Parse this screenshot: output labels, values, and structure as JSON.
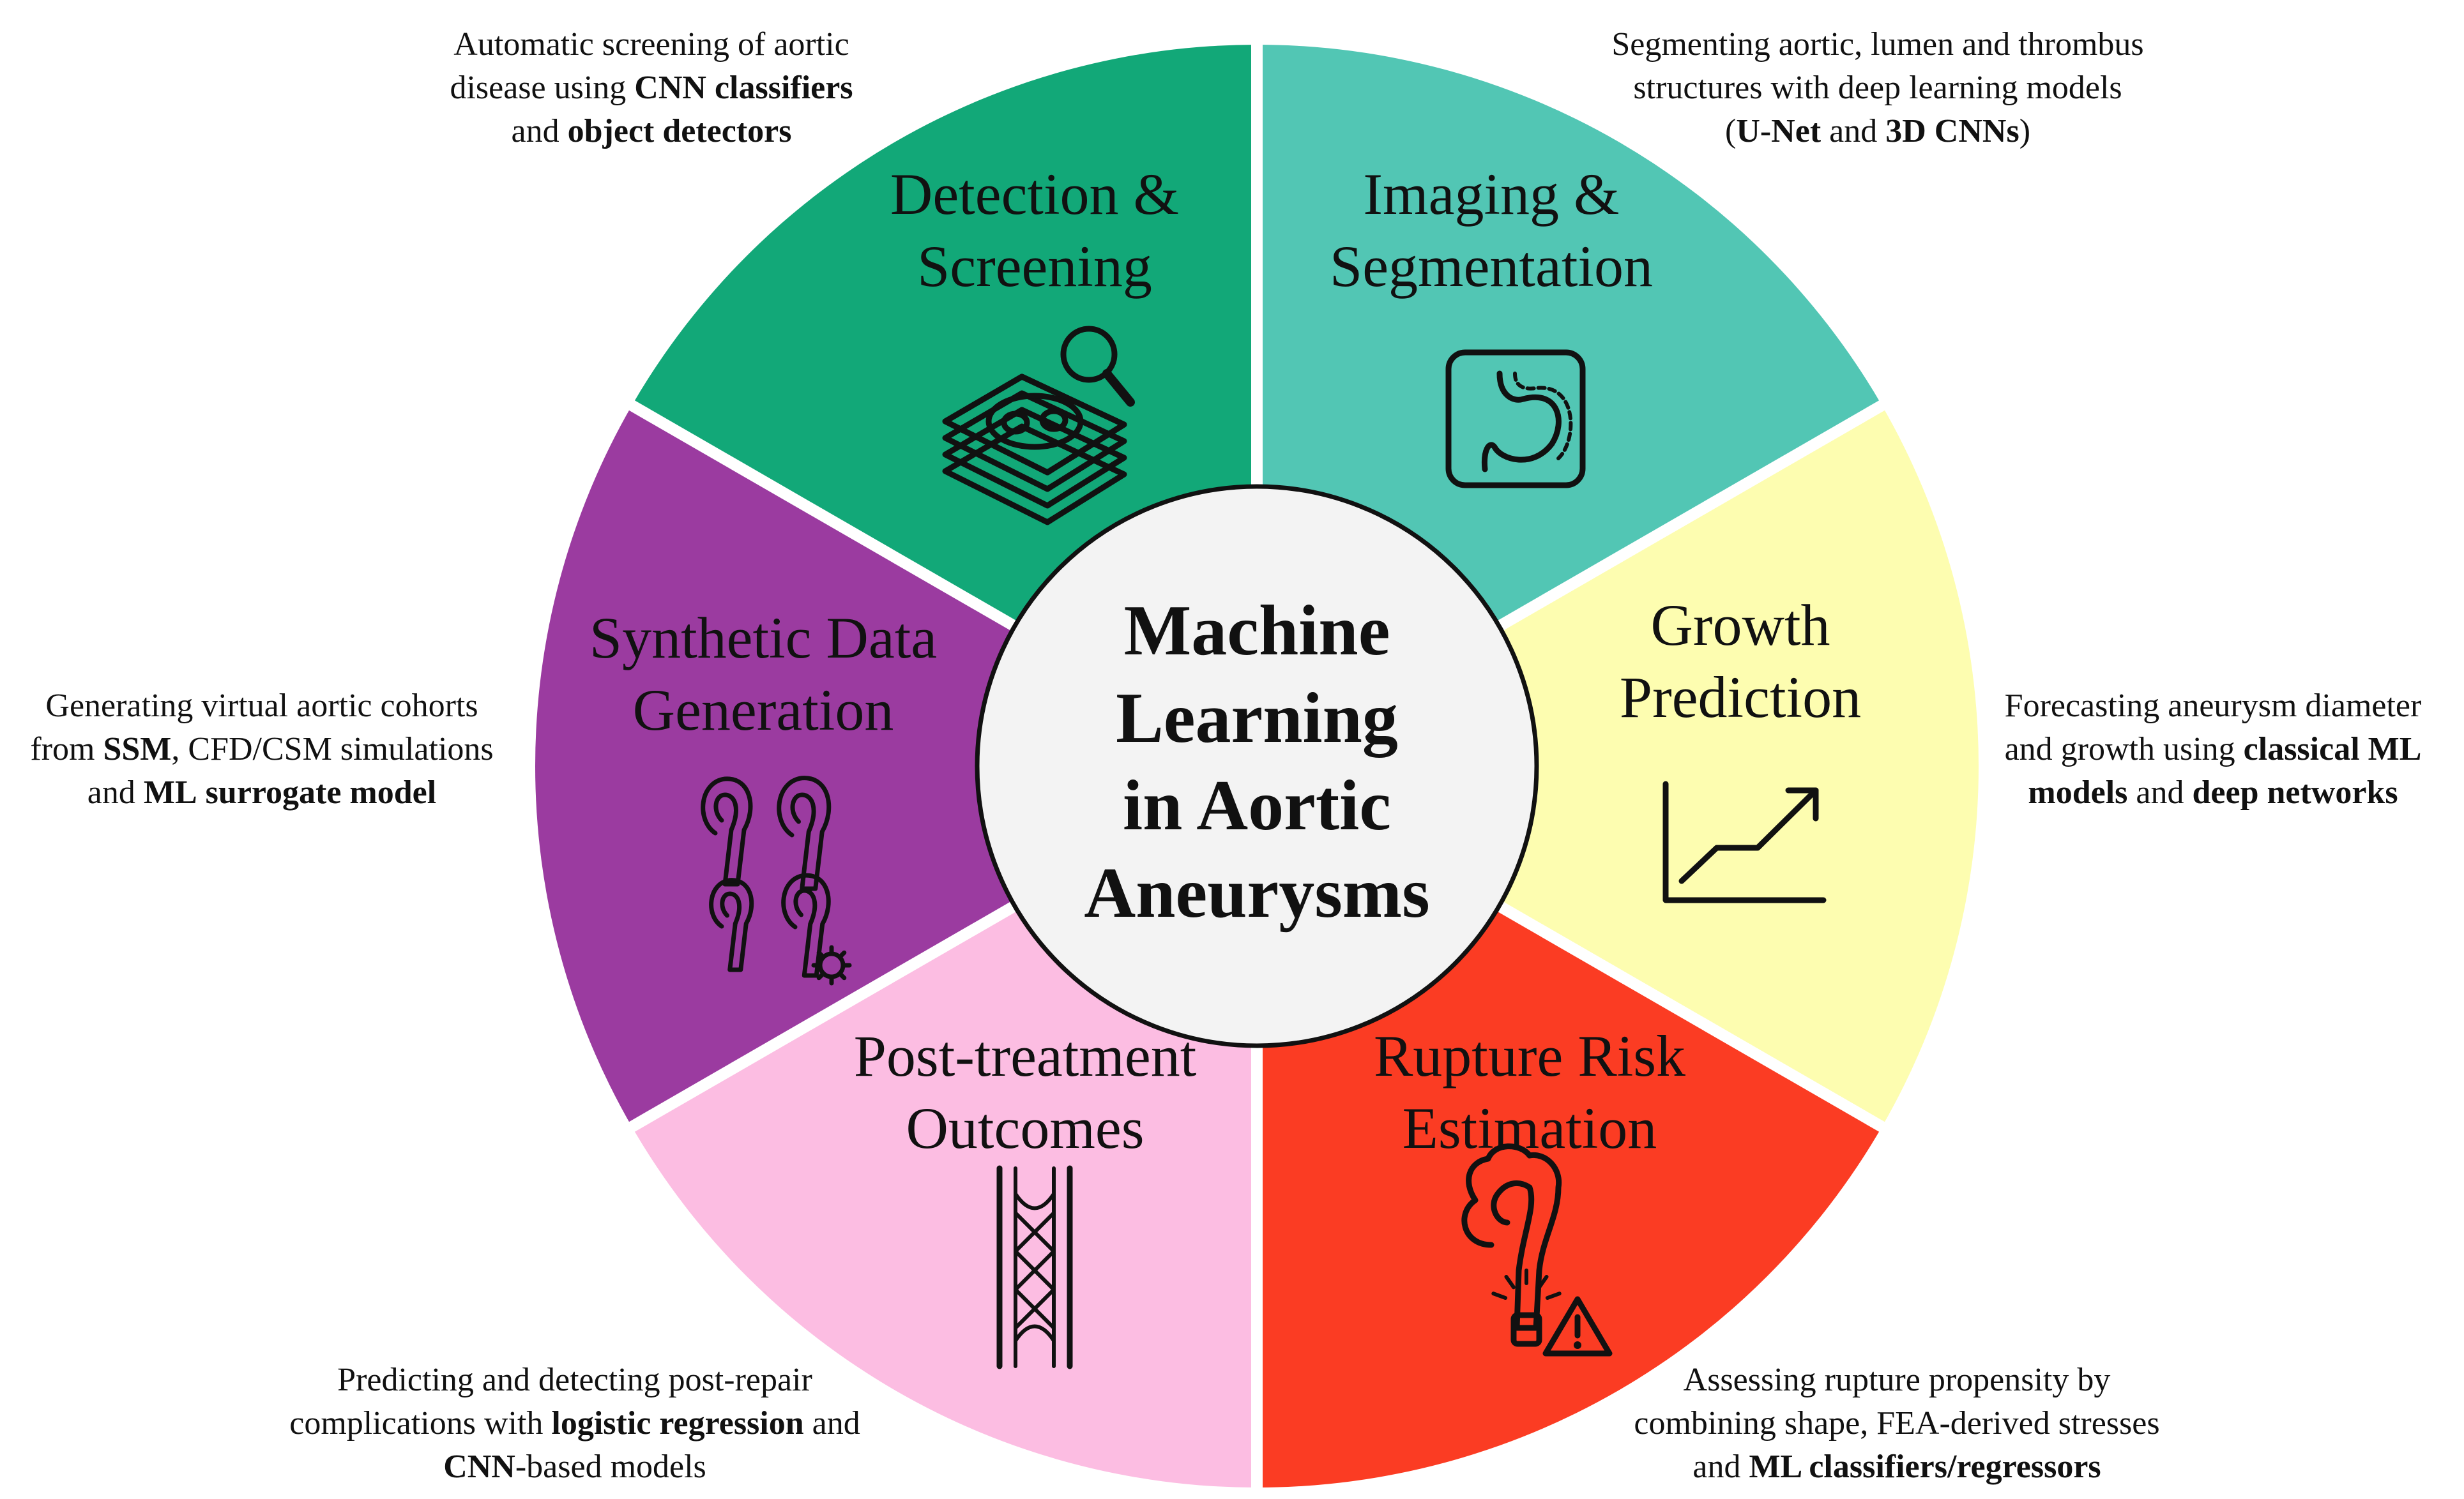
{
  "center": {
    "lines": [
      "Machine",
      "Learning",
      "in Aortic",
      "Aneurysms"
    ]
  },
  "colors": {
    "detection": "#12a878",
    "imaging": "#52c6b4",
    "growth": "#fdfdb0",
    "rupture": "#fb3c23",
    "post_treatment": "#fcbde2",
    "synthetic": "#9b3ba0",
    "center_fill": "#f3f3f3",
    "outline": "#111111"
  },
  "segments": [
    {
      "key": "detection",
      "title_lines": [
        "Detection &",
        "Screening"
      ],
      "icon": "ct-slices-magnifier-icon",
      "note_lines": [
        [
          {
            "t": "Automatic screening of aortic"
          }
        ],
        [
          {
            "t": "disease using "
          },
          {
            "t": "CNN classifiers",
            "b": true
          }
        ],
        [
          {
            "t": "and "
          },
          {
            "t": "object detectors",
            "b": true
          }
        ]
      ]
    },
    {
      "key": "imaging",
      "title_lines": [
        "Imaging &",
        "Segmentation"
      ],
      "icon": "organ-segmentation-icon",
      "note_lines": [
        [
          {
            "t": "Segmenting aortic, lumen and thrombus"
          }
        ],
        [
          {
            "t": "structures with deep learning models"
          }
        ],
        [
          {
            "t": "("
          },
          {
            "t": "U-Net",
            "b": true
          },
          {
            "t": " and "
          },
          {
            "t": "3D CNNs",
            "b": true
          },
          {
            "t": ")"
          }
        ]
      ]
    },
    {
      "key": "growth",
      "title_lines": [
        "Growth",
        "Prediction"
      ],
      "icon": "growth-chart-icon",
      "note_lines": [
        [
          {
            "t": "Forecasting aneurysm diameter"
          }
        ],
        [
          {
            "t": "and growth using "
          },
          {
            "t": "classical ML",
            "b": true
          }
        ],
        [
          {
            "t": "models",
            "b": true
          },
          {
            "t": " and "
          },
          {
            "t": "deep networks",
            "b": true
          }
        ]
      ]
    },
    {
      "key": "rupture",
      "title_lines": [
        "Rupture Risk",
        "Estimation"
      ],
      "icon": "ruptured-aorta-warning-icon",
      "note_lines": [
        [
          {
            "t": "Assessing rupture propensity by"
          }
        ],
        [
          {
            "t": "combining shape, FEA-derived stresses"
          }
        ],
        [
          {
            "t": "and "
          },
          {
            "t": "ML classifiers/regressors",
            "b": true
          }
        ]
      ]
    },
    {
      "key": "post_treatment",
      "title_lines": [
        "Post-treatment",
        "Outcomes"
      ],
      "icon": "stent-graft-icon",
      "note_lines": [
        [
          {
            "t": "Predicting and detecting post-repair"
          }
        ],
        [
          {
            "t": "complications with "
          },
          {
            "t": "logistic regression",
            "b": true
          },
          {
            "t": " and"
          }
        ],
        [
          {
            "t": "CNN",
            "b": true
          },
          {
            "t": "-based models"
          }
        ]
      ]
    },
    {
      "key": "synthetic",
      "title_lines": [
        "Synthetic Data",
        "Generation"
      ],
      "icon": "virtual-aorta-cohort-icon",
      "note_lines": [
        [
          {
            "t": "Generating virtual aortic cohorts"
          }
        ],
        [
          {
            "t": "from "
          },
          {
            "t": "SSM",
            "b": true
          },
          {
            "t": ", CFD/CSM simulations"
          }
        ],
        [
          {
            "t": "and "
          },
          {
            "t": "ML",
            "b": true
          },
          {
            "t": " "
          },
          {
            "t": "surrogate model",
            "b": true
          }
        ]
      ]
    }
  ]
}
